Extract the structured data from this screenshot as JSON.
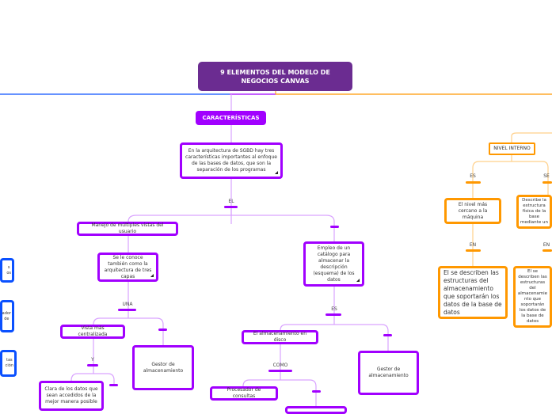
{
  "title": "9 ELEMENTOS DEL MODELO DE NEGOCIOS CANVAS",
  "colors": {
    "title": "#6b2c91",
    "purple": "#a100ff",
    "orange": "#ff9800",
    "blue": "#0a50ff"
  },
  "nodes": {
    "caracteristicas": "CARACTERÍSTICAS",
    "arquitectura": "En la arquitectura de SGBD hay tres características importantes al enfoque de las bases de datos, que son la separación de los programas",
    "manejo": "Manejo de múltiples vistas del usuario",
    "tres_capas": "Se le conoce también como la arquitectura de tres capas",
    "empleo": "Empleo de un catálogo para almacenar la descripción (esquema) de los datos",
    "vista": "Vista más centralizada",
    "gestor1": "Gestor de almacenamiento",
    "clara": "Clara de los datos que sean accedidos de la mejor manera posible",
    "almacenamiento": "El almacenamiento en disco",
    "gestor2": "Gestor de almacenamiento",
    "procesador": "Procesador de consultas",
    "nivel_interno": "NIVEL INTERNO",
    "nivel_cercano": "El nivel más cercano a la máquina",
    "describe": "Describe la estructura física de la base mediante un",
    "se_describen": "El se describen las estructuras del almacenamiento que soportarán los datos de la base de datos",
    "se_describen2": "El se describen las estructuras del almacenamiento que soportarán los datos de la base de datos",
    "blue1": "s\nos",
    "blue2": "ador\nde",
    "blue3": "tas\nción"
  },
  "labels": {
    "el": "EL",
    "una": "UNA",
    "y": "Y",
    "es": "ES",
    "como": "COMO",
    "es2": "ES",
    "se": "SE",
    "en": "EN",
    "en2": "EN"
  }
}
